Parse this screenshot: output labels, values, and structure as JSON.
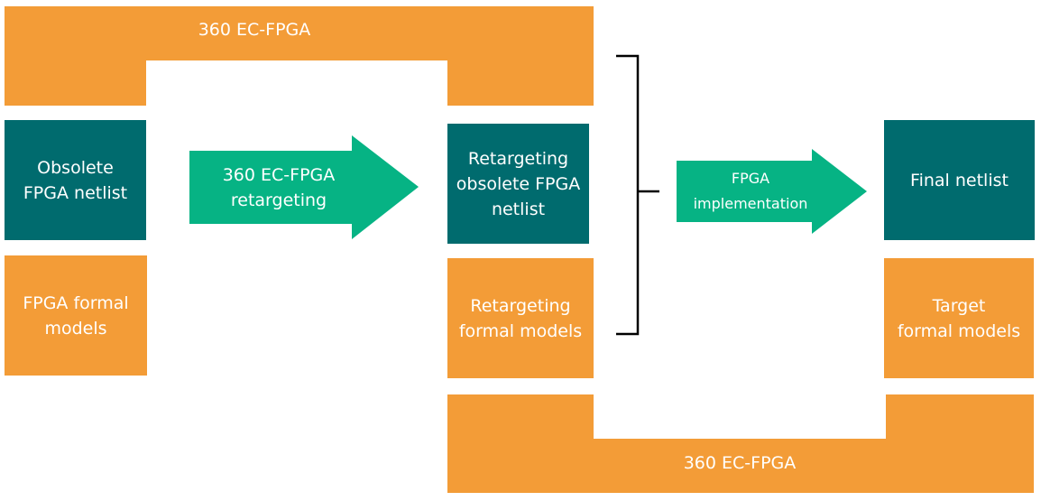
{
  "colors": {
    "teal": "#006B6E",
    "orange": "#F39C37",
    "arrow_green": "#06B384",
    "bracket": "#000000"
  },
  "top_band": {
    "label": "360 EC-FPGA"
  },
  "bottom_band": {
    "label": "360 EC-FPGA"
  },
  "left_column": {
    "netlist": "Obsolete\nFPGA netlist",
    "models": "FPGA formal\nmodels"
  },
  "arrow_1": {
    "label": "360 EC-FPGA\nretargeting"
  },
  "middle_column": {
    "netlist": "Retargeting\nobsolete FPGA\nnetlist",
    "models": "Retargeting\nformal models"
  },
  "arrow_2": {
    "label": "FPGA\nimplementation"
  },
  "right_column": {
    "netlist": "Final netlist",
    "models": "Target\nformal models"
  }
}
